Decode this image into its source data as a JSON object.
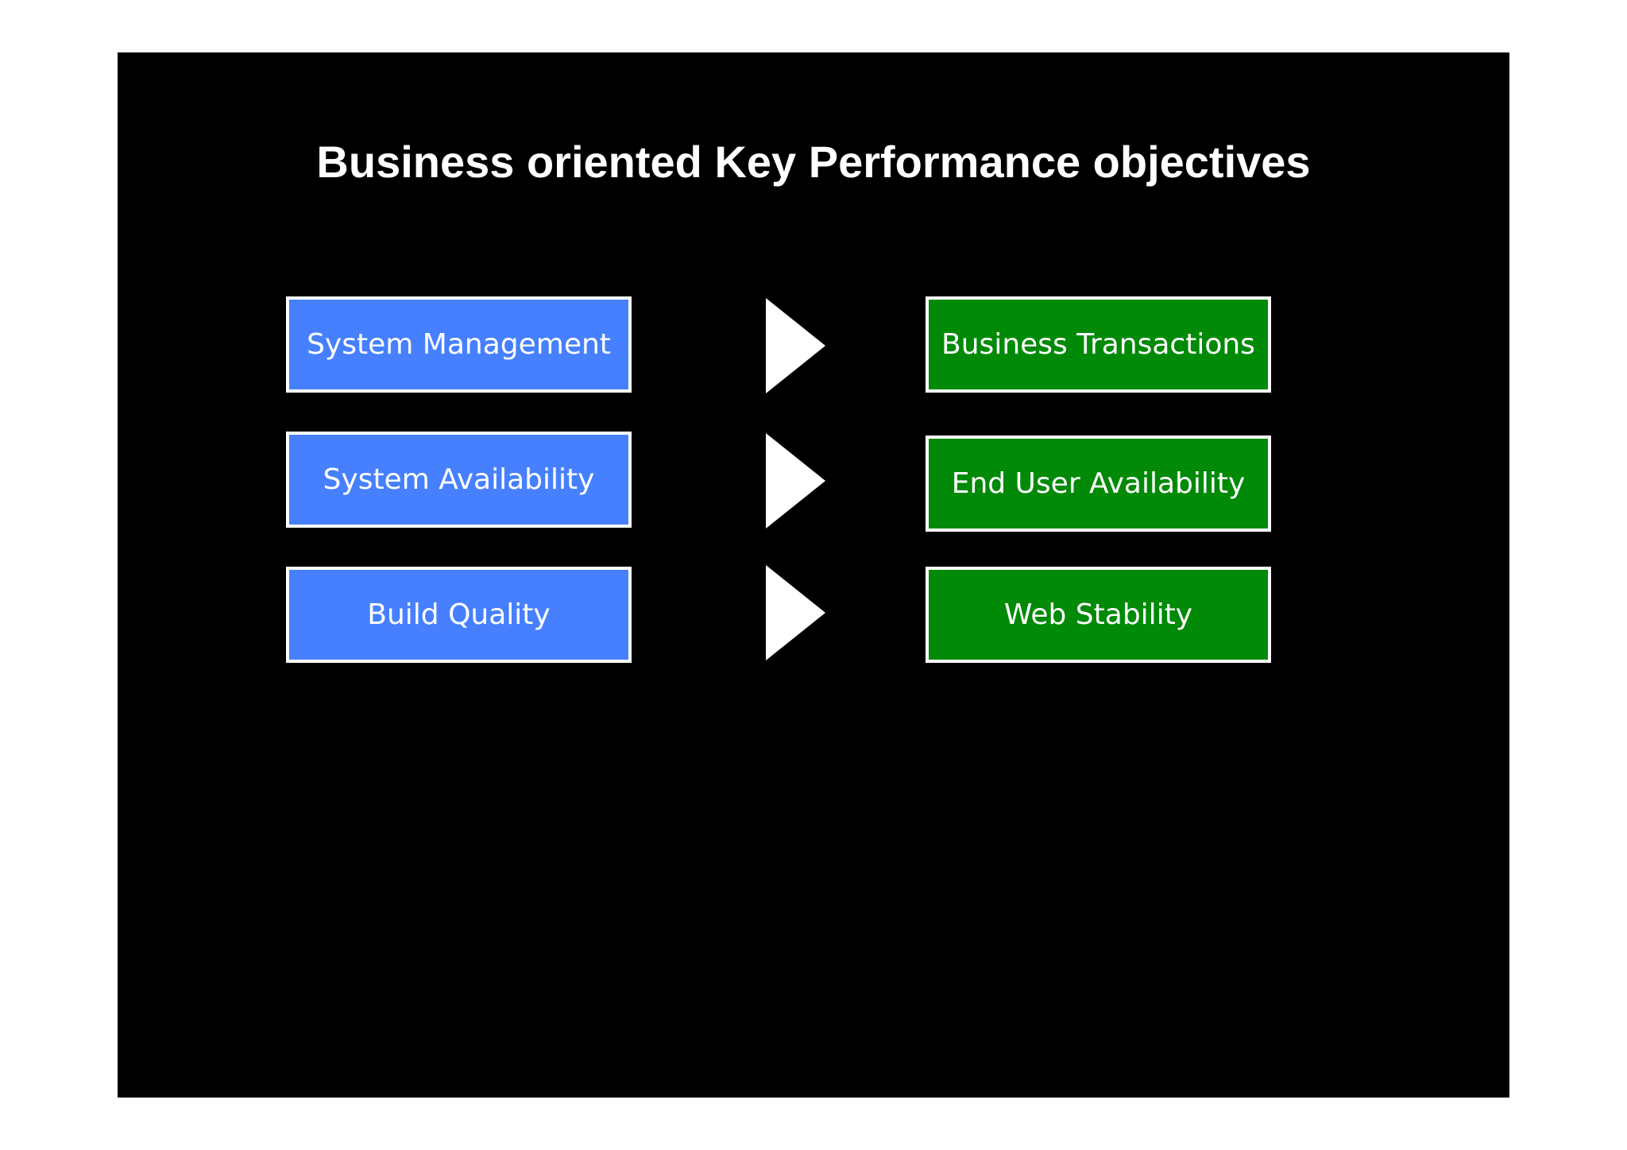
{
  "slide": {
    "title": "Business oriented Key Performance objectives",
    "background_color": "#000000"
  },
  "rows": [
    {
      "left": "System Management",
      "right": "Business Transactions"
    },
    {
      "left": "System Availability",
      "right": "End User Availability"
    },
    {
      "left": "Build Quality",
      "right": "Web Stability"
    }
  ],
  "colors": {
    "left_box": "#4680ff",
    "right_box": "#008a08",
    "border": "#ffffff",
    "text": "#ffffff"
  },
  "icons": {
    "arrow": "right-triangle-arrow-icon"
  }
}
